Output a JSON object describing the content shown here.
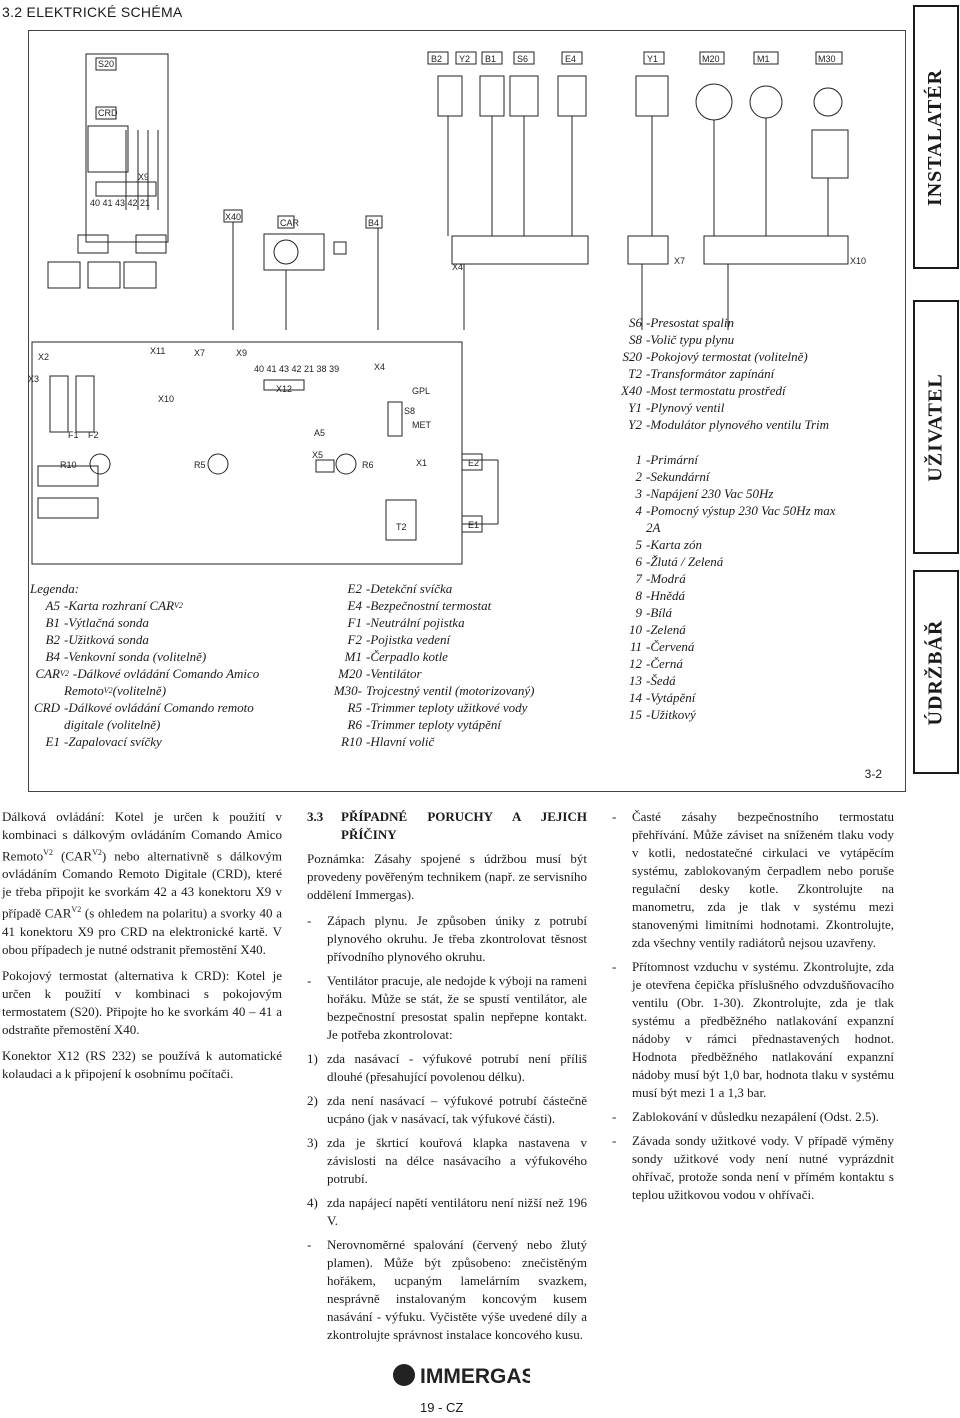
{
  "section_title": "3.2   ELEKTRICKÉ SCHÉMA",
  "sidebar": {
    "tabs": [
      "INSTALATÉR",
      "UŽIVATEL",
      "ÚDRŽBÁŘ"
    ]
  },
  "diagram": {
    "top_labels": [
      "S20",
      "CRD",
      "X9",
      "X40",
      "CAR",
      "B4",
      "B2",
      "Y2",
      "B1",
      "S6",
      "E4",
      "Y1",
      "M20",
      "M1",
      "M30",
      "X4",
      "X7",
      "X10",
      "X11",
      "X12",
      "X3",
      "X5",
      "X1",
      "A5",
      "S8",
      "T2",
      "E2",
      "E1",
      "R5",
      "R6",
      "R10",
      "F1",
      "F2",
      "GPL",
      "MET"
    ],
    "terminal_numbers": "40 41 43 42 21",
    "x9_terminals": "40 41 43 42 21 38 39"
  },
  "legend_left": {
    "title": "Legenda:",
    "items": [
      {
        "k": "A5",
        "sup": "",
        "d": "-Karta rozhraní CAR",
        "dsup": "V2",
        "tail": ""
      },
      {
        "k": "B1",
        "sup": "",
        "d": "-Výtlačná sonda",
        "dsup": "",
        "tail": ""
      },
      {
        "k": "B2",
        "sup": "",
        "d": "-Užitková sonda",
        "dsup": "",
        "tail": ""
      },
      {
        "k": "B4",
        "sup": "",
        "d": "-Venkovní sonda (volitelně)",
        "dsup": "",
        "tail": ""
      },
      {
        "k": "CAR",
        "sup": "V2",
        "d": "-Dálkové ovládání Comando Amico",
        "dsup": "",
        "tail": ""
      },
      {
        "k": "",
        "sup": "",
        "d": "Remoto",
        "dsup": "V2",
        "tail": " (volitelně)"
      },
      {
        "k": "CRD",
        "sup": "",
        "d": "-Dálkové ovládání Comando remoto",
        "dsup": "",
        "tail": ""
      },
      {
        "k": "",
        "sup": "",
        "d": "digitale (volitelně)",
        "dsup": "",
        "tail": ""
      },
      {
        "k": "E1",
        "sup": "",
        "d": "-Zapalovací svíčky",
        "dsup": "",
        "tail": ""
      }
    ]
  },
  "legend_mid": {
    "items": [
      {
        "k": "E2",
        "d": "-Detekční svíčka"
      },
      {
        "k": "E4",
        "d": "-Bezpečnostní termostat"
      },
      {
        "k": "F1",
        "d": "-Neutrální pojistka"
      },
      {
        "k": "F2",
        "d": "-Pojistka vedení"
      },
      {
        "k": "M1",
        "d": "-Čerpadlo kotle"
      },
      {
        "k": "M20",
        "d": "-Ventilátor"
      },
      {
        "k": "M30-",
        "d": "Trojcestný ventil (motorizovaný)"
      },
      {
        "k": "R5",
        "d": "-Trimmer teploty užitkové vody"
      },
      {
        "k": "R6",
        "d": "-Trimmer teploty vytápění"
      },
      {
        "k": "R10",
        "d": "-Hlavní volič"
      }
    ]
  },
  "legend_right": {
    "items_a": [
      {
        "k": "S6",
        "d": "-Presostat spalin"
      },
      {
        "k": "S8",
        "d": "-Volič typu plynu"
      },
      {
        "k": "S20",
        "d": "-Pokojový termostat (volitelně)"
      },
      {
        "k": "T2",
        "d": "-Transformátor zapínání"
      },
      {
        "k": "X40",
        "d": "-Most termostatu prostředí"
      },
      {
        "k": "Y1",
        "d": "-Plynový ventil"
      },
      {
        "k": "Y2",
        "d": "-Modulátor plynového ventilu Trim"
      }
    ],
    "items_b": [
      {
        "k": "1",
        "d": "-Primární"
      },
      {
        "k": "2",
        "d": "-Sekundární"
      },
      {
        "k": "3",
        "d": "-Napájení 230 Vac 50Hz"
      },
      {
        "k": "4",
        "d": "-Pomocný výstup 230 Vac 50Hz max"
      },
      {
        "k": "",
        "d": "2A"
      },
      {
        "k": "5",
        "d": "-Karta zón"
      },
      {
        "k": "6",
        "d": "-Žlutá / Zelená"
      },
      {
        "k": "7",
        "d": "-Modrá"
      },
      {
        "k": "8",
        "d": "-Hnědá"
      },
      {
        "k": "9",
        "d": "-Bílá"
      },
      {
        "k": "10",
        "d": "-Zelená"
      },
      {
        "k": "11",
        "d": "-Červená"
      },
      {
        "k": "12",
        "d": "-Černá"
      },
      {
        "k": "13",
        "d": "-Šedá"
      },
      {
        "k": "14",
        "d": "-Vytápění"
      },
      {
        "k": "15",
        "d": "-Užitkový"
      }
    ]
  },
  "page_ref": "3-2",
  "col1": {
    "p1": "Dálková ovládání: Kotel je určen k použití v kombinaci s dálkovým ovládáním Comando Amico Remoto",
    "p1_sup1": "V2",
    "p1_b": " (CAR",
    "p1_sup2": "V2",
    "p1_c": ") nebo alternativně s dálkovým ovládáním Comando Remoto Digitale (CRD), které je třeba připojit ke svorkám 42 a 43 konektoru X9 v případě CAR",
    "p1_sup3": "V2",
    "p1_d": " (s ohledem na polaritu) a svorky 40 a 41 konektoru X9 pro CRD na elektronické kartě. V obou případech je nutné odstranit přemostění X40.",
    "p2": "Pokojový termostat (alternativa k CRD): Kotel je určen k použití v kombinaci s pokojovým termostatem (S20). Připojte ho ke svorkám 40 – 41 a odstraňte přemostění X40.",
    "p3": "Konektor X12 (RS 232) se používá k automatické kolaudaci a k připojení k osobnímu počítači."
  },
  "col2": {
    "heading_num": "3.3",
    "heading": "PŘÍPADNÉ PORUCHY A JEJICH PŘÍČINY",
    "note": "Poznámka: Zásahy spojené s údržbou musí být provedeny pověřeným technikem (např. ze servisního oddělení Immergas).",
    "items": [
      {
        "b": "-",
        "t": "Zápach plynu. Je způsoben úniky z potrubí plynového okruhu. Je třeba zkontrolovat těsnost přívodního plynového okruhu."
      },
      {
        "b": "-",
        "t": "Ventilátor pracuje, ale nedojde k výboji na rameni hořáku. Může se stát, že se spustí ventilátor, ale bezpečnostní presostat spalin nepřepne kontakt. Je potřeba zkontrolovat:"
      },
      {
        "b": "1)",
        "t": "zda nasávací - výfukové potrubí není příliš dlouhé (přesahující povolenou délku)."
      },
      {
        "b": "2)",
        "t": "zda není nasávací – výfukové potrubí částečně ucpáno (jak v nasávací, tak výfukové části)."
      },
      {
        "b": "3)",
        "t": "zda je škrticí kouřová klapka nastavena v závislosti na délce nasávacího a výfukového potrubí."
      },
      {
        "b": "4)",
        "t": "zda napájecí napětí ventilátoru není nižší než 196 V."
      },
      {
        "b": "-",
        "t": "Nerovnoměrné spalování (červený nebo žlutý plamen). Může být způsobeno: znečistěným hořákem, ucpaným lamelárním svazkem, nesprávně instalovaným koncovým kusem nasávání - výfuku. Vyčistěte výše uvedené díly a zkontrolujte správnost instalace koncového kusu."
      }
    ]
  },
  "col3": {
    "items": [
      {
        "b": "-",
        "t": "Časté zásahy bezpečnostního termostatu přehřívání. Může záviset na sníženém tlaku vody v kotli, nedostatečné cirkulaci ve vytápěcím systému, zablokovaným čerpadlem nebo poruše regulační desky kotle. Zkontrolujte na manometru, zda je tlak v systému mezi stanovenými limitními hodnotami. Zkontrolujte, zda všechny ventily radiátorů nejsou uzavřeny."
      },
      {
        "b": "-",
        "t": "Přítomnost vzduchu v systému. Zkontrolujte, zda je otevřena čepička příslušného odvzdušňovacího ventilu (Obr. 1-30). Zkontrolujte, zda je tlak systému a předběžného natlakování expanzní nádoby v rámci přednastavených hodnot. Hodnota předběžného natlakování expanzní nádoby musí být 1,0 bar, hodnota tlaku v systému musí být mezi 1 a 1,3 bar."
      },
      {
        "b": "-",
        "t": "Zablokování v důsledku nezapálení (Odst. 2.5)."
      },
      {
        "b": "-",
        "t": "Závada sondy užitkové vody. V případě výměny sondy užitkové vody není nutné vyprázdnit ohřívač, protože sonda není v přímém kontaktu s teplou užitkovou vodou v ohřívači."
      }
    ]
  },
  "brand": "IMMERGAS",
  "footer": "19 - CZ"
}
